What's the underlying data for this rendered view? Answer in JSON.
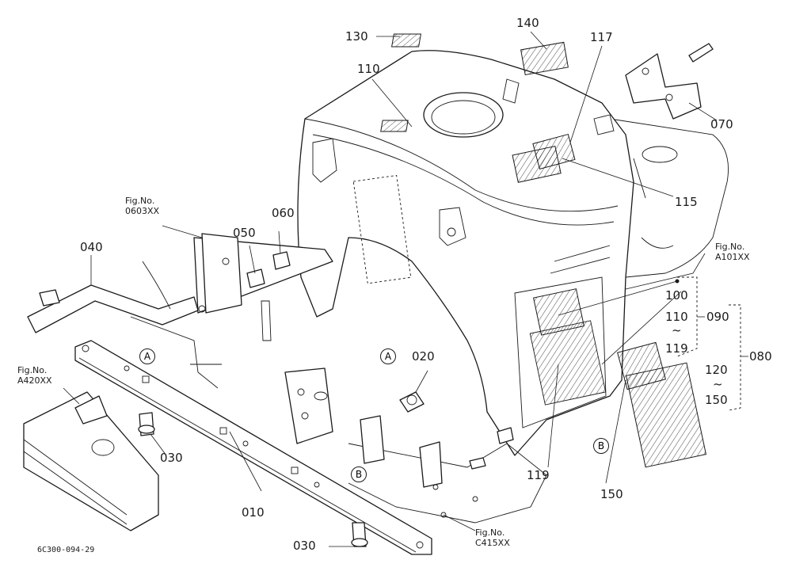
{
  "drawing_code": "6C300-094-29",
  "callouts": {
    "p010": "010",
    "p020": "020",
    "p030a": "030",
    "p030b": "030",
    "p040": "040",
    "p050": "050",
    "p060": "060",
    "p070": "070",
    "p080": "080",
    "p090": "090",
    "p100": "100",
    "p110a": "110",
    "p110b": "110",
    "p115": "115",
    "p117": "117",
    "p119a": "119",
    "p119b": "119",
    "p120": "120",
    "p130": "130",
    "p140": "140",
    "p150a": "150",
    "p150b": "150",
    "tilde1": "~",
    "tilde2": "~"
  },
  "figure_refs": {
    "f0603": [
      "Fig.No.",
      "0603XX"
    ],
    "fa101": [
      "Fig.No.",
      "A101XX"
    ],
    "fa420": [
      "Fig.No.",
      "A420XX"
    ],
    "fc415": [
      "Fig.No.",
      "C415XX"
    ]
  },
  "markers": {
    "a1": "A",
    "a2": "A",
    "b1": "B",
    "b2": "B"
  }
}
